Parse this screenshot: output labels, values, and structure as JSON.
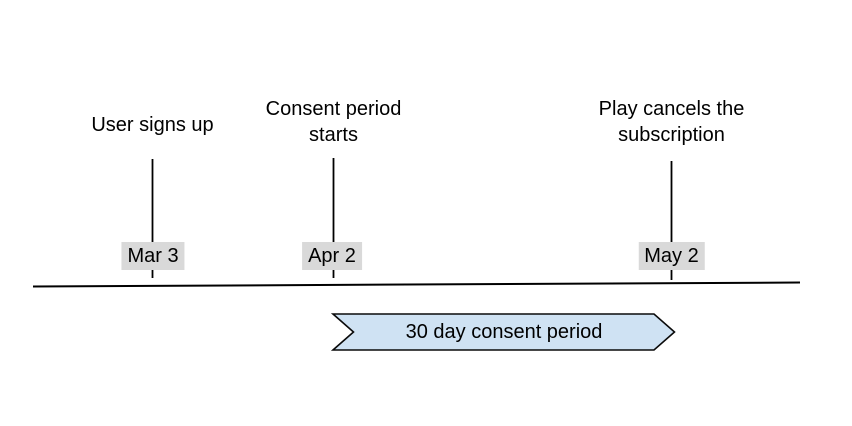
{
  "colors": {
    "background": "#ffffff",
    "text": "#000000",
    "line": "#000000",
    "date-chip-bg": "#d9d9d9",
    "banner-fill": "#cfe2f3",
    "banner-border": "#0a0a0a"
  },
  "events": [
    {
      "label": "User signs up",
      "date": "Mar 3"
    },
    {
      "label": "Consent period\nstarts",
      "date": "Apr 2"
    },
    {
      "label": "Play cancels the\nsubscription",
      "date": "May 2"
    }
  ],
  "banner": {
    "label": "30 day consent period"
  }
}
